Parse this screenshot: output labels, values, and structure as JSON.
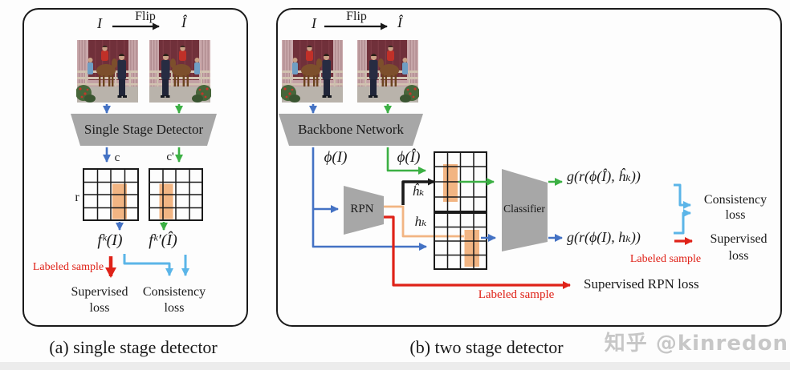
{
  "watermark": "知乎 @kinredon",
  "colors": {
    "arrow_blue": "#4472c4",
    "arrow_green": "#3cb044",
    "arrow_sky_blue": "#5bb5e8",
    "arrow_red": "#df2218",
    "roi_orange": "#f2b583",
    "block_gray": "#a7a7a7"
  },
  "panel_a": {
    "caption": "(a) single stage detector",
    "input_label": "I",
    "flip_label": "Flip",
    "flipped_label": "Î",
    "detector_label": "Single Stage Detector",
    "col_label": "c",
    "col_flipped_label": "c'",
    "row_label": "r",
    "feat_label": "fᵏ(I)",
    "feat_flipped_label": "fᵏ′(Î)",
    "labeled_sample": "Labeled sample",
    "supervised_loss": [
      "Supervised",
      "loss"
    ],
    "consistency_loss": [
      "Consistency",
      "loss"
    ]
  },
  "panel_b": {
    "caption": "(b) two stage detector",
    "input_label": "I",
    "flip_label": "Flip",
    "flipped_label": "Î",
    "backbone_label": "Backbone Network",
    "feat_label": "ϕ(I)",
    "feat_flipped_label": "ϕ(Î)",
    "rpn_label": "RPN",
    "proposal_flipped_label": "ĥₖ",
    "proposal_label": "hₖ",
    "classifier_label": "Classifier",
    "output_flipped_label": "g(r(ϕ(Î), ĥₖ))",
    "output_label": "g(r(ϕ(I), hₖ))",
    "consistency_loss": [
      "Consistency",
      "loss"
    ],
    "supervised_loss": [
      "Supervised",
      "loss"
    ],
    "labeled_sample_mid": "Labeled sample",
    "supervised_rpn_loss": "Supervised RPN loss",
    "labeled_sample_bottom": "Labeled sample"
  }
}
